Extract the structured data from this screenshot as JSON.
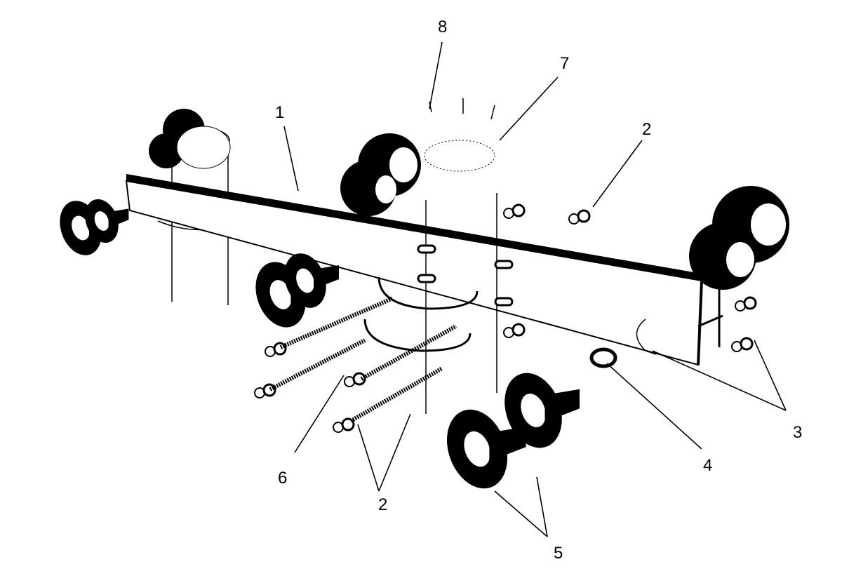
{
  "diagram": {
    "title": "Exploded assembly view",
    "colors": {
      "ink": "#000000",
      "paper": "#ffffff"
    },
    "callouts": [
      {
        "id": "c8",
        "text": "8"
      },
      {
        "id": "c7",
        "text": "7"
      },
      {
        "id": "c1",
        "text": "1"
      },
      {
        "id": "c2a",
        "text": "2"
      },
      {
        "id": "c3",
        "text": "3"
      },
      {
        "id": "c4",
        "text": "4"
      },
      {
        "id": "c6",
        "text": "6"
      },
      {
        "id": "c2b",
        "text": "2"
      },
      {
        "id": "c5",
        "text": "5"
      }
    ]
  }
}
